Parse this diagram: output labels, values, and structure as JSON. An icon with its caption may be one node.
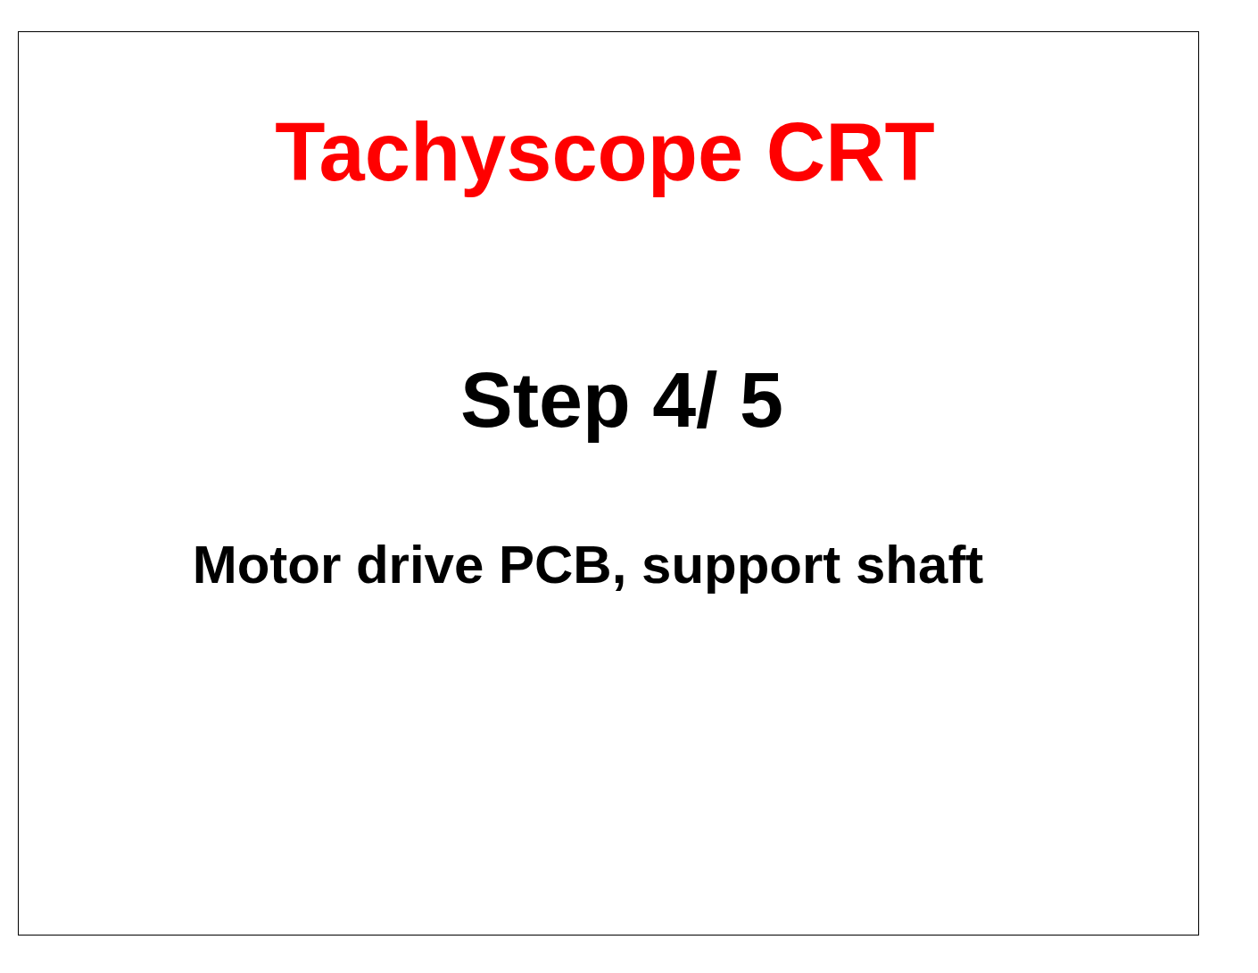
{
  "diagram": {
    "title": "Tachyscope CRT",
    "labels": [
      "Step 4/ 5",
      "Motor drive PCB, support shaft"
    ]
  }
}
